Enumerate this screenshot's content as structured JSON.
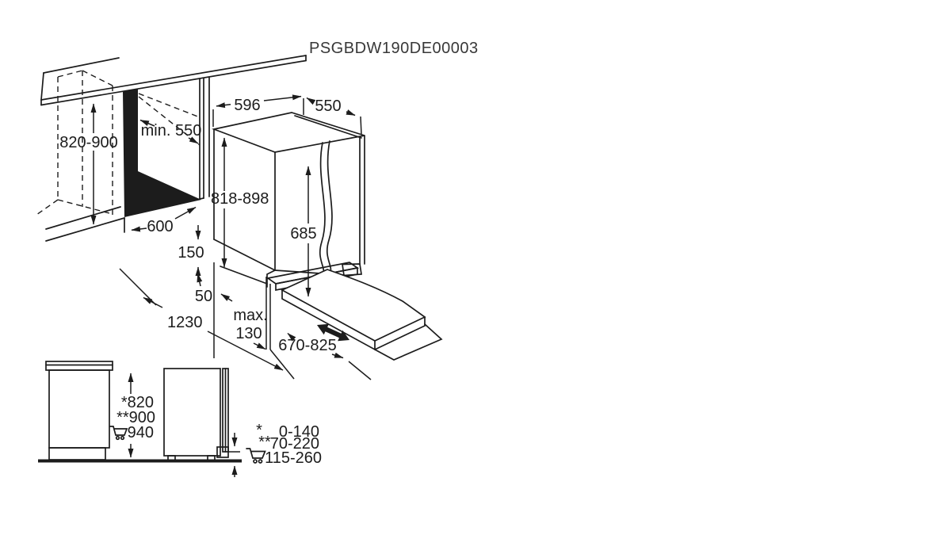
{
  "title": "PSGBDW190DE00003",
  "colors": {
    "line": "#1c1c1c",
    "background": "#ffffff",
    "niche_fill": "#0d0d0d"
  },
  "main_diagram": {
    "niche_height": "820-900",
    "niche_depth": "min. 550",
    "appliance_width": "596",
    "appliance_depth": "550",
    "appliance_height": "818-898",
    "door_panel_height": "685",
    "niche_width": "600",
    "plinth_height": "150",
    "rear_offset": "50",
    "open_door_clearance": "1230",
    "plinth_recess_line1": "max.",
    "plinth_recess_line2": "130",
    "panel_bottom_range": "670-825"
  },
  "side_views": {
    "height_option_1": "*820",
    "height_option_2": "**900",
    "height_option_3": "940"
  },
  "legend": {
    "row1_symbol": "*",
    "row1_value": "0-140",
    "row2_symbol": "**",
    "row2_value": "70-220",
    "row3_value": "115-260"
  }
}
